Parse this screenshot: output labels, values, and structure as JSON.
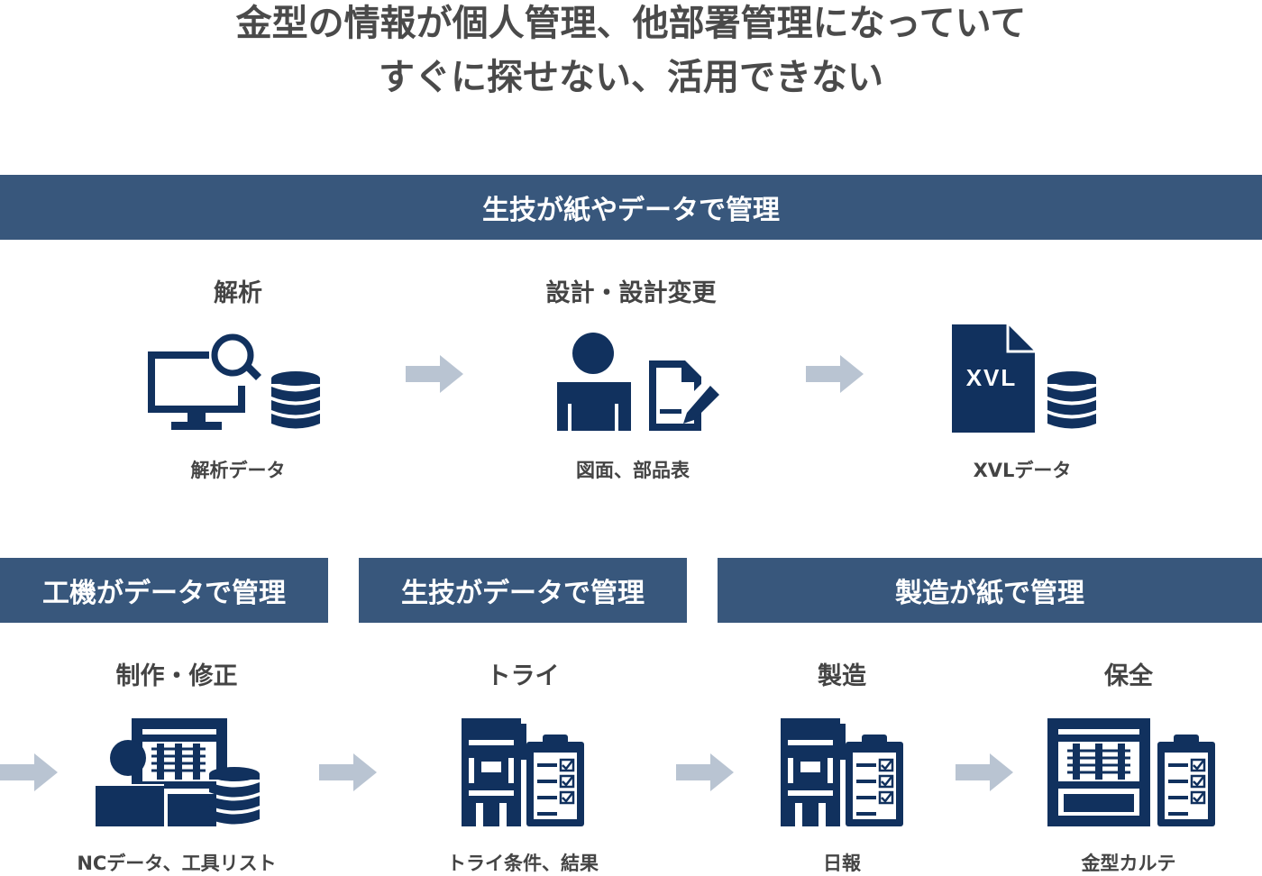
{
  "title": {
    "line1": "金型の情報が個人管理、他部署管理になっていて",
    "line2": "すぐに探せない、活用できない"
  },
  "top_band": "生技が紙やデータで管理",
  "top_steps": [
    {
      "label": "解析",
      "sub": "解析データ",
      "icon": "monitor-search-database-icon"
    },
    {
      "label": "設計・設計変更",
      "sub": "図面、部品表",
      "icon": "person-document-edit-icon"
    },
    {
      "sub": "XVLデータ",
      "icon": "xvl-file-database-icon",
      "file_text": "XVL"
    }
  ],
  "bottom_bands": [
    "工機がデータで管理",
    "生技がデータで管理",
    "製造が紙で管理"
  ],
  "bottom_steps": [
    {
      "label": "制作・修正",
      "sub": "NCデータ、工具リスト",
      "icon": "worker-die-database-icon"
    },
    {
      "label": "トライ",
      "sub": "トライ条件、結果",
      "icon": "press-checklist-icon"
    },
    {
      "label": "製造",
      "sub": "日報",
      "icon": "press-checklist-icon"
    },
    {
      "label": "保全",
      "sub": "金型カルテ",
      "icon": "die-checklist-icon"
    }
  ],
  "colors": {
    "band": "#38577c",
    "icon": "#11315e",
    "arrow": "#b9c4d2",
    "text": "#444444"
  }
}
